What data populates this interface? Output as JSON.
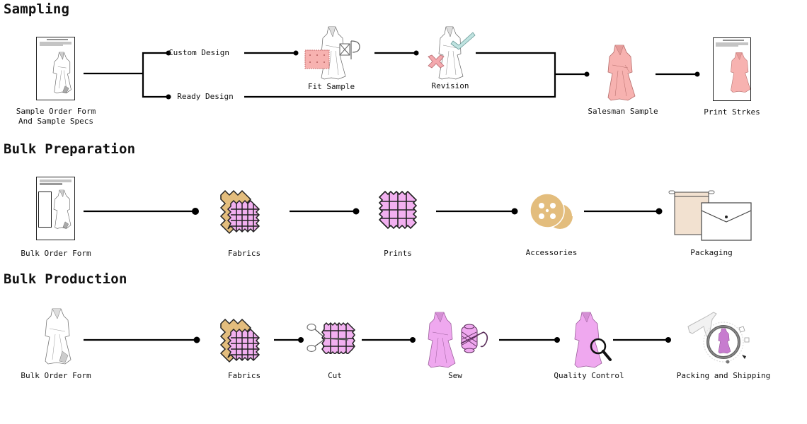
{
  "sections": [
    {
      "title": "Sampling",
      "nodes": [
        {
          "id": "sample-order-form",
          "label": "Sample Order Form\nAnd Sample Specs",
          "icon": "document-dress-sketch-icon"
        },
        {
          "id": "custom-design",
          "label": "Custom Design",
          "icon": ""
        },
        {
          "id": "ready-design",
          "label": "Ready Design",
          "icon": ""
        },
        {
          "id": "fit-sample",
          "label": "Fit Sample",
          "icon": "dress-fabric-spool-icon"
        },
        {
          "id": "revision",
          "label": "Revision",
          "icon": "dress-check-cross-icon"
        },
        {
          "id": "salesman-sample",
          "label": "Salesman Sample",
          "icon": "pink-dress-icon"
        },
        {
          "id": "print-strikes",
          "label": "Print Strkes",
          "icon": "document-pink-dress-icon"
        }
      ]
    },
    {
      "title": "Bulk Preparation",
      "nodes": [
        {
          "id": "bulk-order-form",
          "label": "Bulk Order Form",
          "icon": "document-dress-sketch-icon"
        },
        {
          "id": "fabrics",
          "label": "Fabrics",
          "icon": "fabric-swatches-icon"
        },
        {
          "id": "prints",
          "label": "Prints",
          "icon": "print-swatch-icon"
        },
        {
          "id": "accessories",
          "label": "Accessories",
          "icon": "buttons-icon"
        },
        {
          "id": "packaging",
          "label": "Packaging",
          "icon": "pouch-envelope-icon"
        }
      ]
    },
    {
      "title": "Bulk Production",
      "nodes": [
        {
          "id": "bulk-order-form",
          "label": "Bulk Order Form",
          "icon": "dress-sketch-icon"
        },
        {
          "id": "fabrics",
          "label": "Fabrics",
          "icon": "fabric-swatches-icon"
        },
        {
          "id": "cut",
          "label": "Cut",
          "icon": "scissors-swatch-icon"
        },
        {
          "id": "sew",
          "label": "Sew",
          "icon": "dress-thread-spool-icon"
        },
        {
          "id": "quality-control",
          "label": "Quality Control",
          "icon": "dress-magnifier-icon"
        },
        {
          "id": "packing-and-shipping",
          "label": "Packing and Shipping",
          "icon": "shipping-clock-icon"
        }
      ]
    }
  ],
  "colors": {
    "line": "#000000",
    "pink_dress": "#f7b2b0",
    "lilac": "#efa8ef",
    "tan": "#e3bd7d",
    "mint": "#bfe3e0",
    "pouch": "#f2e1d0"
  }
}
